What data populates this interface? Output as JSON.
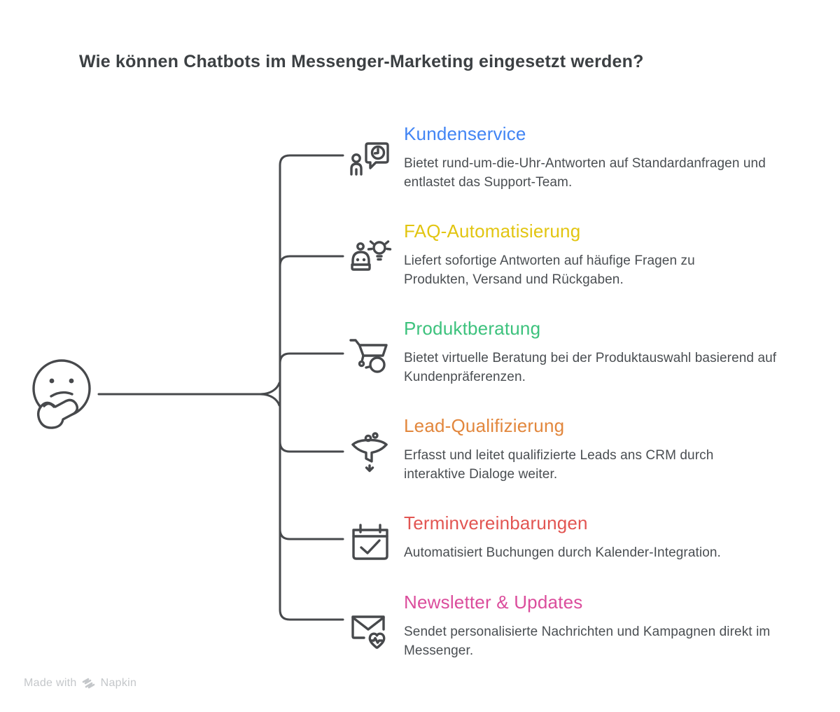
{
  "title": "Wie können Chatbots im Messenger-Marketing eingesetzt werden?",
  "colors": {
    "heading": "#3C4043",
    "text": "#4A4E52",
    "stroke": "#47494C",
    "footer": "#C4C7CA"
  },
  "root_icon": "thinking-face-icon",
  "items": [
    {
      "label": "Kundenservice",
      "color": "#4285F4",
      "icon": "person-chat-clock-icon",
      "description": "Bietet rund-um-die-Uhr-Antworten auf Standardanfragen und entlastet das Support-Team."
    },
    {
      "label": "FAQ-Automatisierung",
      "color": "#E2C511",
      "icon": "robot-idea-bulb-icon",
      "description": "Liefert sofortige Antworten auf häufige Fragen zu Produkten, Versand und Rückgaben."
    },
    {
      "label": "Produktberatung",
      "color": "#3DC27D",
      "icon": "cart-search-icon",
      "description": "Bietet virtuelle Beratung bei der Produktauswahl basierend auf Kundenpräferenzen."
    },
    {
      "label": "Lead-Qualifizierung",
      "color": "#E2873D",
      "icon": "funnel-icon",
      "description": "Erfasst und leitet qualifizierte Leads ans CRM durch interaktive Dialoge weiter."
    },
    {
      "label": "Terminvereinbarungen",
      "color": "#E25552",
      "icon": "calendar-check-icon",
      "description": "Automatisiert Buchungen durch Kalender-Integration."
    },
    {
      "label": "Newsletter & Updates",
      "color": "#DB4D9C",
      "icon": "envelope-heart-icon",
      "description": "Sendet personalisierte Nachrichten und Kampagnen direkt im Messenger."
    }
  ],
  "footer": {
    "made_with": "Made with",
    "brand": "Napkin",
    "logo_icon": "napkin-logo-icon"
  }
}
